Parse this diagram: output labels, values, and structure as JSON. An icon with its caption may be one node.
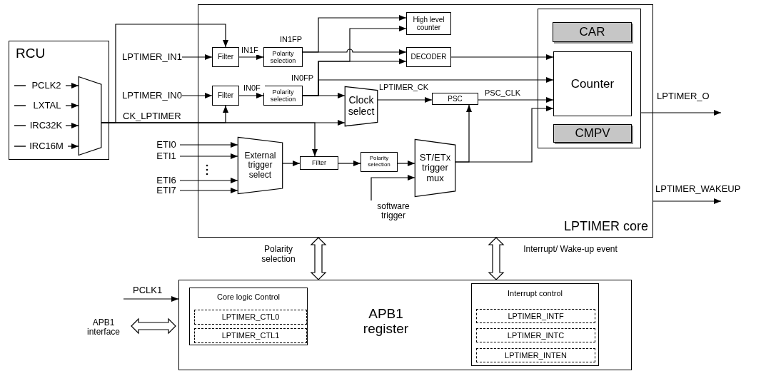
{
  "diagram": {
    "nodes": [
      {
        "text": [
          "RCU"
        ]
      },
      {
        "text": [
          "PCLK2"
        ],
        "in": 0
      },
      {
        "text": [
          "LXTAL"
        ],
        "in": 0
      },
      {
        "text": [
          "IRC32K"
        ],
        "in": 0
      },
      {
        "text": [
          "IRC16M"
        ],
        "in": 0
      },
      {
        "text": [],
        "shape": "trapezoid",
        "in": 0
      },
      {
        "text": [
          "LPTIMER core"
        ]
      },
      {
        "text": [
          "LPTIMER_IN1"
        ]
      },
      {
        "text": [
          "LPTIMER_IN0"
        ]
      },
      {
        "text": [
          "ETI0"
        ]
      },
      {
        "text": [
          "ETI1"
        ]
      },
      {
        "text": [
          "ETI6"
        ]
      },
      {
        "text": [
          "ETI7"
        ]
      },
      {
        "text": [
          "Filter"
        ],
        "in": 6
      },
      {
        "text": [
          "Polarity selection"
        ],
        "in": 6
      },
      {
        "text": [
          "Filter"
        ],
        "in": 6
      },
      {
        "text": [
          "Polarity selection"
        ],
        "in": 6
      },
      {
        "text": [
          "High level counter"
        ],
        "in": 6
      },
      {
        "text": [
          "DECODER"
        ],
        "in": 6
      },
      {
        "text": [
          "Clock select"
        ],
        "in": 6
      },
      {
        "text": [
          "PSC"
        ],
        "in": 6
      },
      {
        "text": [
          "External trigger select"
        ],
        "in": 6
      },
      {
        "text": [
          "Filter"
        ],
        "in": 6
      },
      {
        "text": [
          "Polarity selection"
        ],
        "in": 6
      },
      {
        "text": [
          "ST/ETx trigger mux"
        ],
        "in": 6
      },
      {
        "text": [
          "software trigger"
        ],
        "in": 6
      },
      {
        "text": [],
        "shape": "box",
        "in": 6
      },
      {
        "text": [
          "CAR"
        ],
        "in": 26
      },
      {
        "text": [
          "Counter"
        ],
        "in": 26
      },
      {
        "text": [
          "CMPV"
        ],
        "in": 26
      },
      {
        "text": [
          "APB1 register"
        ]
      },
      {
        "text": [
          "Core logic Control"
        ],
        "in": 30
      },
      {
        "text": [
          "LPTIMER_CTL0"
        ],
        "in": 31
      },
      {
        "text": [
          "LPTIMER_CTL1"
        ],
        "in": 31
      },
      {
        "text": [
          "Interrupt control"
        ],
        "in": 30
      },
      {
        "text": [
          "LPTIMER_INTF"
        ],
        "in": 34
      },
      {
        "text": [
          "LPTIMER_INTC"
        ],
        "in": 34
      },
      {
        "text": [
          "LPTIMER_INTEN"
        ],
        "in": 34
      },
      {
        "text": [
          "APB1 interface"
        ]
      }
    ],
    "edges": [
      {
        "from": 1,
        "to": 5,
        "arrow": "to"
      },
      {
        "from": 2,
        "to": 5,
        "arrow": "to"
      },
      {
        "from": 3,
        "to": 5,
        "arrow": "to"
      },
      {
        "from": 4,
        "to": 5,
        "arrow": "to"
      },
      {
        "from": 5,
        "to": 13,
        "arrow": "to"
      },
      {
        "from": 5,
        "to": 15,
        "arrow": "to"
      },
      {
        "from": 5,
        "to": 19,
        "arrow": "to",
        "label": "CK_LPTIMER"
      },
      {
        "from": 5,
        "to": 22,
        "arrow": "to"
      },
      {
        "from": 7,
        "to": 13,
        "arrow": "to"
      },
      {
        "from": 8,
        "to": 15,
        "arrow": "to"
      },
      {
        "from": 9,
        "to": 21,
        "arrow": "to"
      },
      {
        "from": 10,
        "to": 21,
        "arrow": "to"
      },
      {
        "from": 11,
        "to": 21,
        "arrow": "to"
      },
      {
        "from": 12,
        "to": 21,
        "arrow": "to"
      },
      {
        "from": 13,
        "to": 14,
        "arrow": "to",
        "label": "IN1F"
      },
      {
        "from": 15,
        "to": 16,
        "arrow": "to",
        "label": "IN0F"
      },
      {
        "from": 14,
        "to": 17,
        "arrow": "to",
        "label": "IN1FP"
      },
      {
        "from": 14,
        "to": 18,
        "arrow": "to"
      },
      {
        "from": 16,
        "to": 18,
        "arrow": "to",
        "label": "IN0FP"
      },
      {
        "from": 16,
        "to": 17,
        "arrow": "to"
      },
      {
        "from": 16,
        "to": 28,
        "arrow": "to"
      },
      {
        "from": 16,
        "to": 19,
        "arrow": "to"
      },
      {
        "from": 18,
        "to": 28,
        "arrow": "to"
      },
      {
        "from": 19,
        "to": 20,
        "arrow": "to",
        "label": "LPTIMER_CK"
      },
      {
        "from": 20,
        "to": 28,
        "arrow": "to",
        "label": "PSC_CLK"
      },
      {
        "from": 21,
        "to": 22,
        "arrow": "to"
      },
      {
        "from": 22,
        "to": 23,
        "arrow": "to"
      },
      {
        "from": 23,
        "to": 24,
        "arrow": "to"
      },
      {
        "from": 25,
        "to": 24,
        "arrow": "to"
      },
      {
        "from": 24,
        "to": 20,
        "arrow": "to"
      },
      {
        "from": 24,
        "to": 28,
        "arrow": "to"
      },
      {
        "from": 26,
        "to": null,
        "arrow": "to",
        "label": "LPTIMER_O"
      },
      {
        "from": 6,
        "to": null,
        "arrow": "to",
        "label": "LPTIMER_WAKEUP"
      },
      {
        "from": 6,
        "to": 30,
        "arrow": "both",
        "label": "Polarity selection"
      },
      {
        "from": 6,
        "to": 30,
        "arrow": "both",
        "label": "Interrupt/ Wake-up event"
      },
      {
        "from": null,
        "to": 30,
        "arrow": "to",
        "label": "PCLK1"
      },
      {
        "from": 38,
        "to": 30,
        "arrow": "both"
      }
    ]
  }
}
